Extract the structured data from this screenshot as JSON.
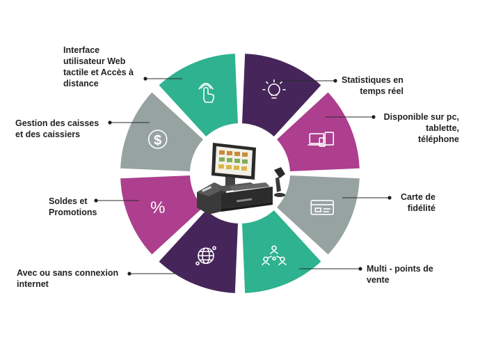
{
  "colors": {
    "teal": "#2fb28f",
    "purple": "#46265a",
    "magenta": "#ad3f8e",
    "gray": "#97a3a1",
    "line": "#2a2a2a",
    "dot": "#1f1f1f",
    "icon": "#ffffff"
  },
  "segments": [
    {
      "id": "web-interface",
      "color_key": "teal",
      "icon": "touch-hand-icon",
      "label_lines": [
        "Interface",
        "utilisateur Web",
        "tactile et Accès à",
        "distance"
      ]
    },
    {
      "id": "statistics",
      "color_key": "purple",
      "icon": "lightbulb-icon",
      "label_lines": [
        "Statistiques en",
        "temps réel"
      ]
    },
    {
      "id": "multi-device",
      "color_key": "magenta",
      "icon": "devices-icon",
      "label_lines": [
        "Disponible sur pc,",
        "tablette,",
        "téléphone"
      ]
    },
    {
      "id": "loyalty-card",
      "color_key": "gray",
      "icon": "card-icon",
      "label_lines": [
        "Carte de",
        "fidélité"
      ]
    },
    {
      "id": "multi-store",
      "color_key": "teal",
      "icon": "network-people-icon",
      "label_lines": [
        "Multi - points de",
        "vente"
      ]
    },
    {
      "id": "offline",
      "color_key": "purple",
      "icon": "globe-icon",
      "label_lines": [
        "Avec ou sans connexion",
        "internet"
      ]
    },
    {
      "id": "sales-promotions",
      "color_key": "magenta",
      "icon": "percent-icon",
      "label_lines": [
        "Soldes et",
        "Promotions"
      ]
    },
    {
      "id": "cashier-management",
      "color_key": "gray",
      "icon": "dollar-coin-icon",
      "label_lines": [
        "Gestion des caisses",
        "et des caissiers"
      ]
    }
  ],
  "center_image": "pos-terminal-image"
}
